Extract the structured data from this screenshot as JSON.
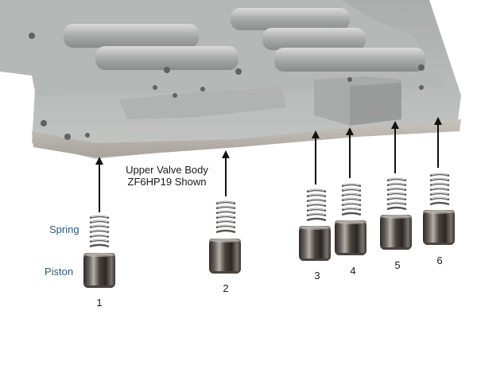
{
  "title": {
    "line1": "Upper Valve Body",
    "line2": "ZF6HP19 Shown"
  },
  "legend": {
    "spring_label": "Spring",
    "piston_label": "Piston"
  },
  "items": [
    {
      "number": "1"
    },
    {
      "number": "2"
    },
    {
      "number": "3"
    },
    {
      "number": "4"
    },
    {
      "number": "5"
    },
    {
      "number": "6"
    }
  ],
  "colors": {
    "label_blue": "#2a5b7d",
    "text_dark": "#1a1a1a",
    "casting_gray": "#b9bcba"
  }
}
